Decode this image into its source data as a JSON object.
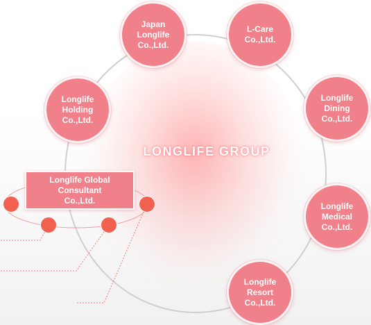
{
  "group_title": "LONGLIFE GROUP",
  "companies": [
    {
      "id": "japan-longlife",
      "label": "Japan\nLonglife\nCo.,Ltd."
    },
    {
      "id": "l-care",
      "label": "L-Care\nCo.,Ltd."
    },
    {
      "id": "longlife-holding",
      "label": "Longlife\nHolding\nCo.,Ltd."
    },
    {
      "id": "longlife-dining",
      "label": "Longlife\nDining\nCo.,Ltd."
    },
    {
      "id": "longlife-medical",
      "label": "Longlife\nMedical\nCo.,Ltd."
    },
    {
      "id": "longlife-resort",
      "label": "Longlife\nResort\nCo.,Ltd."
    }
  ],
  "global_consultant": {
    "label": "Longlife Global\nConsultant\nCo.,Ltd."
  },
  "colors": {
    "bubble": "#f0808a",
    "dot": "#f2604f",
    "ring": "#cfcfcf",
    "accent_line": "#f07a7a"
  }
}
